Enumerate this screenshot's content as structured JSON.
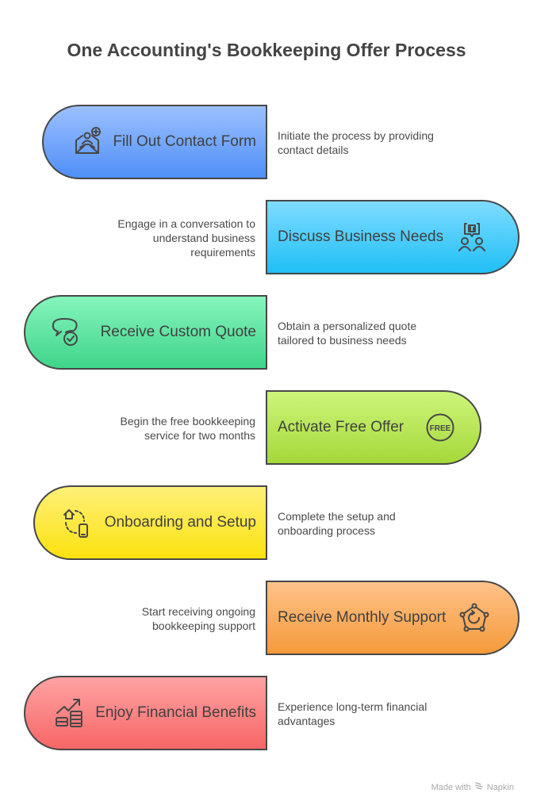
{
  "title": "One Accounting's Bookkeeping Offer Process",
  "steps": [
    {
      "label": "Fill Out Contact Form",
      "description_line1": "Initiate the process by providing",
      "description_line2": "contact details",
      "description_line3": "",
      "icon": "contact-form-envelope-icon",
      "color_top": "#9cc0ff",
      "color_bottom": "#4f8ff7",
      "side": "left"
    },
    {
      "label": "Discuss Business Needs",
      "description_line1": "Engage in a conversation to",
      "description_line2": "understand business",
      "description_line3": "requirements",
      "icon": "discussion-people-icon",
      "color_top": "#7fdcff",
      "color_bottom": "#1fbff5",
      "side": "right"
    },
    {
      "label": "Receive Custom Quote",
      "description_line1": "Obtain a personalized quote",
      "description_line2": "tailored to business needs",
      "description_line3": "",
      "icon": "quote-check-icon",
      "color_top": "#86f5bd",
      "color_bottom": "#3fd58a",
      "side": "left"
    },
    {
      "label": "Activate Free Offer",
      "description_line1": "Begin the free bookkeeping",
      "description_line2": "service for two months",
      "description_line3": "",
      "icon": "free-badge-icon",
      "color_top": "#cdf57a",
      "color_bottom": "#a5d83a",
      "side": "right"
    },
    {
      "label": "Onboarding and Setup",
      "description_line1": "Complete the setup and",
      "description_line2": "onboarding process",
      "description_line3": "",
      "icon": "home-to-mobile-icon",
      "color_top": "#fff07a",
      "color_bottom": "#fbe20e",
      "side": "left"
    },
    {
      "label": "Receive Monthly Support",
      "description_line1": "Start receiving ongoing",
      "description_line2": "bookkeeping support",
      "description_line3": "",
      "icon": "support-cycle-icon",
      "color_top": "#ffc28a",
      "color_bottom": "#f59a3a",
      "side": "right"
    },
    {
      "label": "Enjoy Financial Benefits",
      "description_line1": "Experience long-term financial",
      "description_line2": "advantages",
      "description_line3": "",
      "icon": "growth-coins-icon",
      "color_top": "#ffa3a3",
      "color_bottom": "#f76666",
      "side": "left"
    }
  ],
  "free_badge_text": "FREE",
  "footer": {
    "made_with": "Made with",
    "brand": "Napkin"
  }
}
